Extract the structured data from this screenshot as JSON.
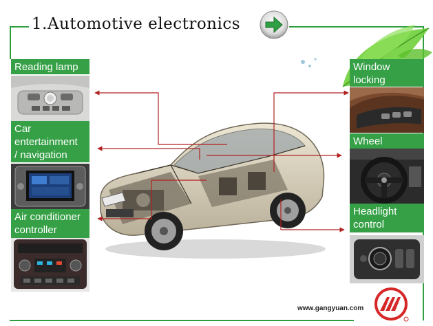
{
  "title": "1.Automotive electronics",
  "labels": {
    "reading_lamp": "Reading lamp",
    "car_entertainment_1": "Car",
    "car_entertainment_2": "entertainment",
    "car_entertainment_3": "/ navigation",
    "air_conditioner_1": "Air conditioner",
    "air_conditioner_2": "controller",
    "window_locking_1": "Window",
    "window_locking_2": "locking",
    "wheel": "Wheel",
    "headlight_control_1": "Headlight",
    "headlight_control_2": "control"
  },
  "footer": {
    "url": "www.gangyuan.com"
  },
  "colors": {
    "accent_green": "#35a046",
    "connector_red": "#b22222",
    "logo_red": "#d62828"
  }
}
